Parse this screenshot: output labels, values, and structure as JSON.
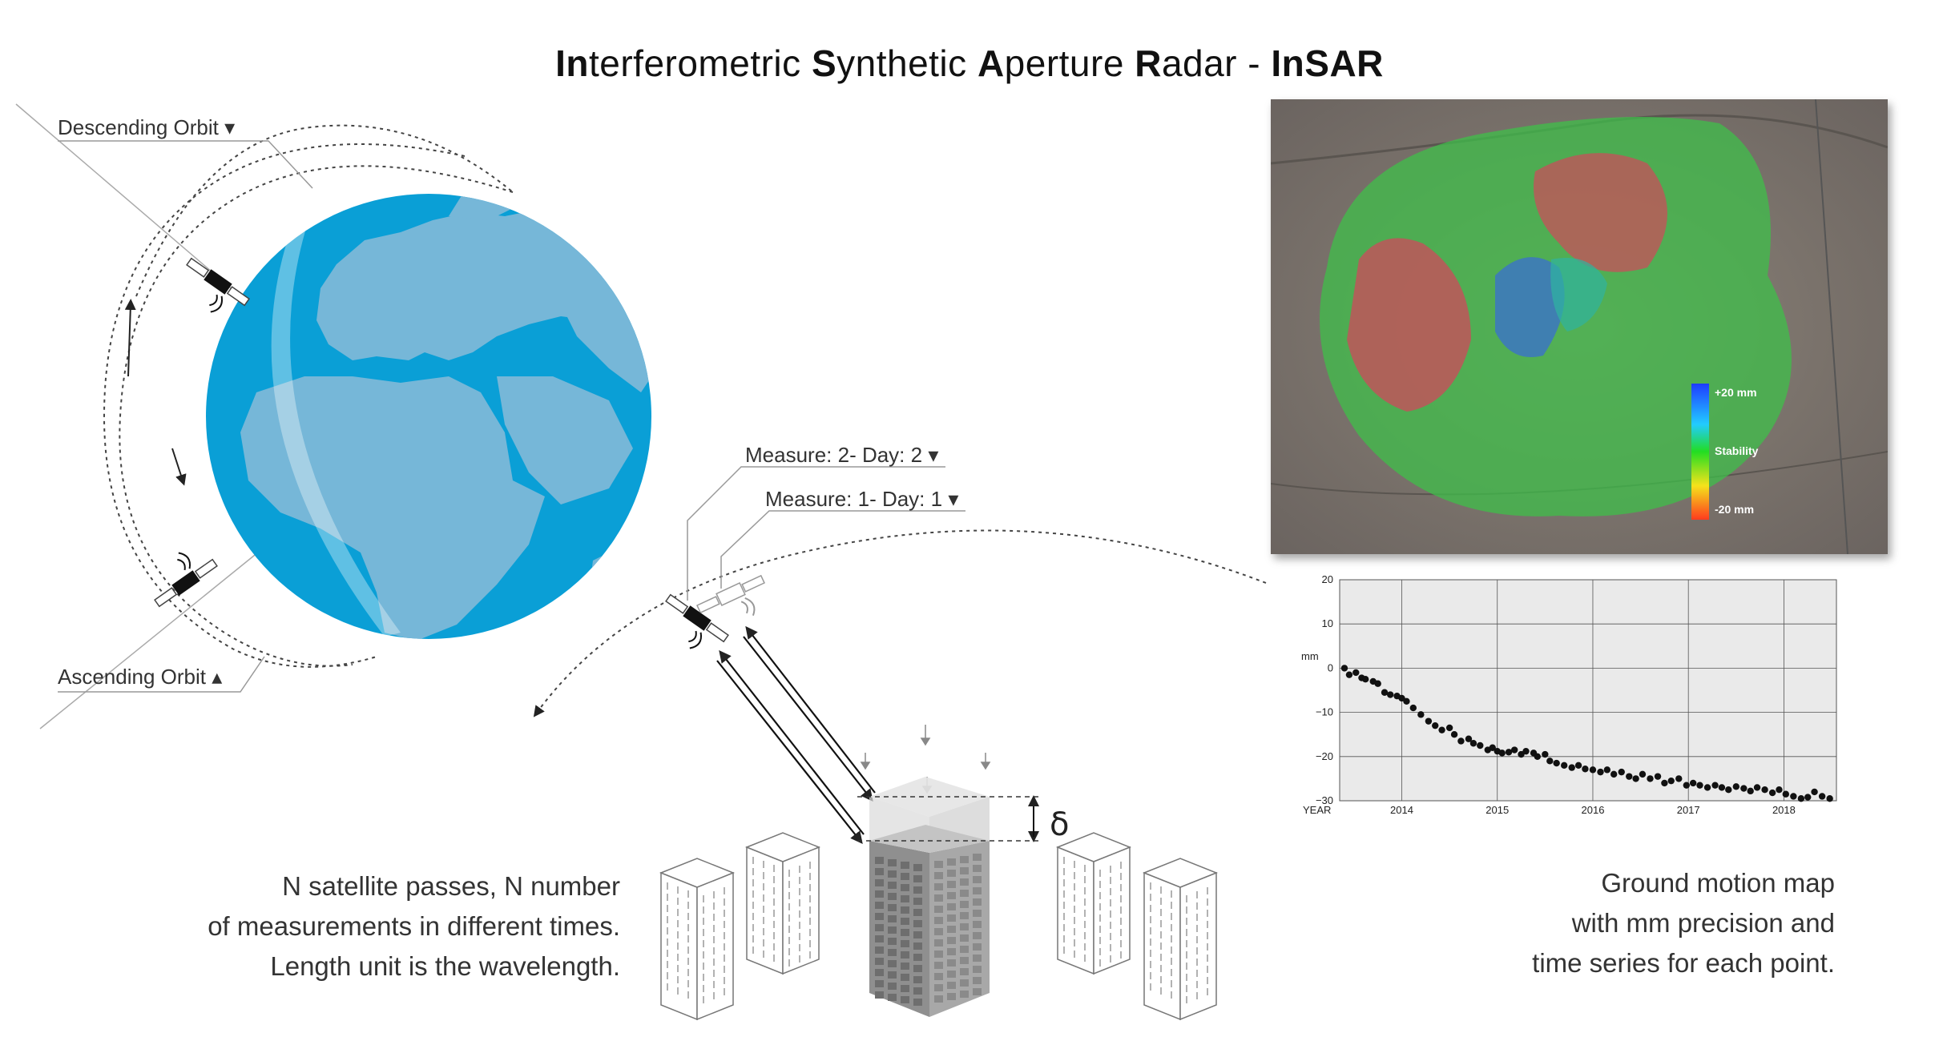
{
  "title": {
    "p1_bold": "In",
    "p1_rest": "terferometric ",
    "p2_bold": "S",
    "p2_rest": "ynthetic ",
    "p3_bold": "A",
    "p3_rest": "perture ",
    "p4_bold": "R",
    "p4_rest": "adar - ",
    "p5_bold": "InSAR"
  },
  "orbits": {
    "descending": "Descending Orbit",
    "ascending": "Ascending Orbit"
  },
  "measures": {
    "m2": "Measure: 2- Day: 2",
    "m1": "Measure: 1- Day: 1"
  },
  "delta_symbol": "δ",
  "caption_left": [
    "N satellite passes, N number",
    "of measurements in different times.",
    "Length unit is the wavelength."
  ],
  "caption_right": [
    "Ground motion map",
    "with mm precision and",
    "time series for each point."
  ],
  "map_legend": {
    "top": "+20 mm",
    "mid": "Stability",
    "bottom": "-20 mm"
  },
  "colors": {
    "earth_ocean": "#0a9fd6",
    "earth_land": "#76b7d8",
    "legend_top": "#1e3cff",
    "legend_mid": "#22dd22",
    "legend_bottom": "#ff3b1e"
  },
  "chart_data": {
    "type": "scatter",
    "ylabel": "mm",
    "xlabel": "YEAR",
    "ylim": [
      -30,
      20
    ],
    "xlim": [
      2013.35,
      2018.55
    ],
    "yticks": [
      20,
      10,
      0,
      -10,
      -20,
      -30
    ],
    "ytick_labels": [
      "20",
      "10",
      "0",
      "−10",
      "−20",
      "−30"
    ],
    "xticks": [
      2014,
      2015,
      2016,
      2017,
      2018
    ],
    "xtick_labels": [
      "2014",
      "2015",
      "2016",
      "2017",
      "2018"
    ],
    "grid": true,
    "x": [
      2013.4,
      2013.45,
      2013.52,
      2013.58,
      2013.62,
      2013.7,
      2013.75,
      2013.82,
      2013.88,
      2013.95,
      2014.0,
      2014.05,
      2014.12,
      2014.2,
      2014.28,
      2014.35,
      2014.42,
      2014.5,
      2014.55,
      2014.62,
      2014.7,
      2014.75,
      2014.82,
      2014.9,
      2014.95,
      2015.0,
      2015.05,
      2015.12,
      2015.18,
      2015.25,
      2015.3,
      2015.38,
      2015.42,
      2015.5,
      2015.55,
      2015.62,
      2015.7,
      2015.78,
      2015.85,
      2015.92,
      2016.0,
      2016.08,
      2016.15,
      2016.22,
      2016.3,
      2016.38,
      2016.45,
      2016.52,
      2016.6,
      2016.68,
      2016.75,
      2016.82,
      2016.9,
      2016.98,
      2017.05,
      2017.12,
      2017.2,
      2017.28,
      2017.35,
      2017.42,
      2017.5,
      2017.58,
      2017.65,
      2017.72,
      2017.8,
      2017.88,
      2017.95,
      2018.02,
      2018.1,
      2018.18,
      2018.25,
      2018.32,
      2018.4,
      2018.48
    ],
    "y": [
      0.0,
      -1.5,
      -1.0,
      -2.2,
      -2.5,
      -3.0,
      -3.5,
      -5.5,
      -6.0,
      -6.3,
      -6.8,
      -7.5,
      -9.0,
      -10.5,
      -12.0,
      -13.0,
      -14.0,
      -13.5,
      -15.0,
      -16.5,
      -16.0,
      -17.0,
      -17.5,
      -18.5,
      -18.0,
      -18.8,
      -19.2,
      -19.0,
      -18.5,
      -19.5,
      -18.8,
      -19.2,
      -20.0,
      -19.5,
      -21.0,
      -21.5,
      -22.0,
      -22.5,
      -22.0,
      -22.8,
      -23.0,
      -23.5,
      -23.0,
      -24.0,
      -23.5,
      -24.5,
      -25.0,
      -24.0,
      -25.0,
      -24.5,
      -26.0,
      -25.5,
      -25.0,
      -26.5,
      -26.0,
      -26.5,
      -27.0,
      -26.5,
      -27.0,
      -27.5,
      -26.8,
      -27.2,
      -27.8,
      -27.0,
      -27.5,
      -28.2,
      -27.5,
      -28.5,
      -29.0,
      -29.5,
      -29.2,
      -28.0,
      -29.0,
      -29.5
    ]
  }
}
